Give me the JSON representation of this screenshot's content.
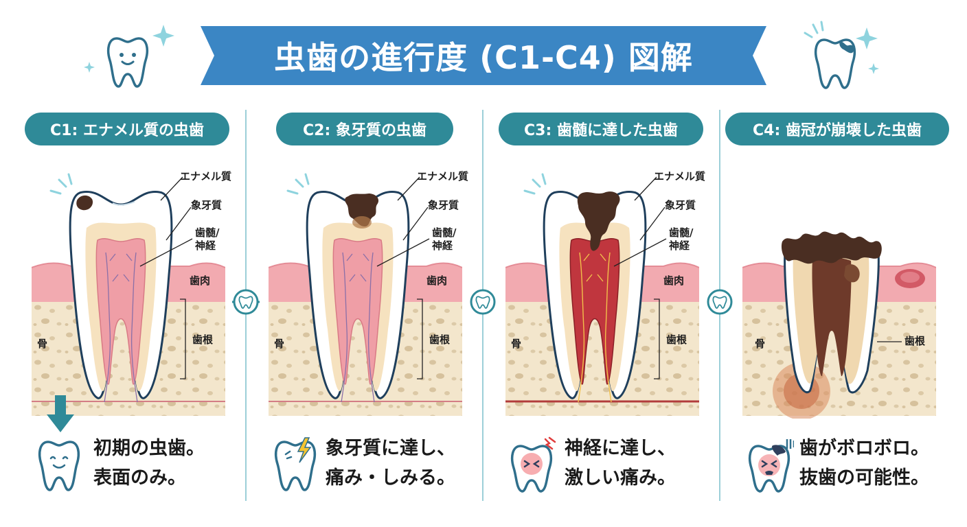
{
  "title": "虫歯の進行度 (C1-C4) 図解",
  "colors": {
    "banner": "#3b86c4",
    "pill": "#2f8a98",
    "gum": "#f2aab0",
    "bone": "#f3e6cc",
    "enamel": "#ffffff",
    "dentin": "#f6e2bf",
    "pulp": "#ef9ea6",
    "pulp_inflamed": "#c0363e",
    "decay": "#4a2e22",
    "outline": "#1f3f5c"
  },
  "stages": [
    {
      "id": "c1",
      "title": "C1: エナメル質の虫歯",
      "labels": {
        "enamel": "エナメル質",
        "dentin": "象牙質",
        "pulp_line1": "歯髄/",
        "pulp_line2": "神経",
        "gum": "歯肉",
        "root": "歯根",
        "bone": "骨"
      },
      "summary_line1": "初期の虫歯。",
      "summary_line2": "表面のみ。"
    },
    {
      "id": "c2",
      "title": "C2: 象牙質の虫歯",
      "labels": {
        "enamel": "エナメル質",
        "dentin": "象牙質",
        "pulp_line1": "歯髄/",
        "pulp_line2": "神経",
        "gum": "歯肉",
        "root": "歯根",
        "bone": "骨"
      },
      "summary_line1": "象牙質に達し、",
      "summary_line2": "痛み・しみる。"
    },
    {
      "id": "c3",
      "title": "C3: 歯髄に達した虫歯",
      "labels": {
        "enamel": "エナメル質",
        "dentin": "象牙質",
        "pulp_line1": "歯髄/",
        "pulp_line2": "神経",
        "gum": "歯肉",
        "root": "歯根",
        "bone": "骨"
      },
      "summary_line1": "神経に達し、",
      "summary_line2": "激しい痛み。"
    },
    {
      "id": "c4",
      "title": "C4: 歯冠が崩壊した虫歯",
      "labels": {
        "root": "歯根",
        "bone": "骨"
      },
      "summary_line1": "歯がボロボロ。",
      "summary_line2": "抜歯の可能性。"
    }
  ]
}
